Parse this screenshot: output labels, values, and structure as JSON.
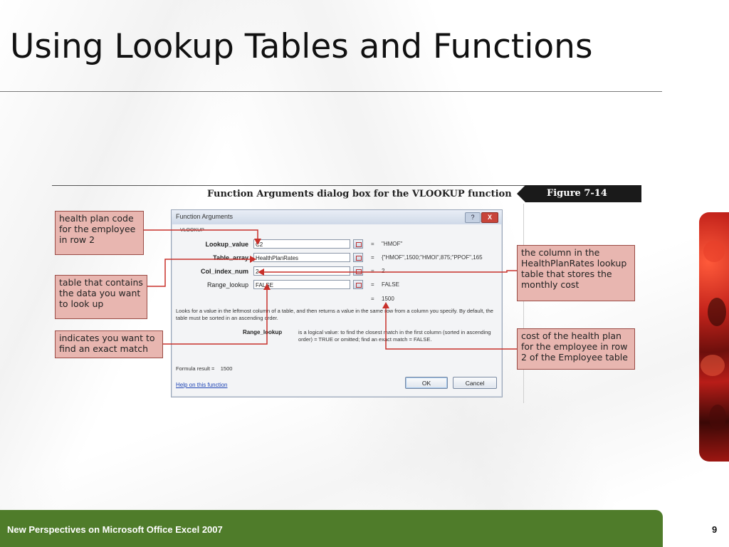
{
  "slide": {
    "title": "Using Lookup Tables and Functions",
    "footer_text": "New Perspectives on Microsoft Office Excel 2007",
    "page_number": "9"
  },
  "figure": {
    "caption": "Function Arguments dialog box for the VLOOKUP function",
    "label": "Figure 7-14"
  },
  "dialog": {
    "title": "Function Arguments",
    "help_button": "?",
    "close_button": "X",
    "function_name": "VLOOKUP",
    "args": [
      {
        "name": "Lookup_value",
        "input": "C2",
        "result": "\"HMOF\""
      },
      {
        "name": "Table_array",
        "input": "HealthPlanRates",
        "result": "{\"HMOF\",1500;\"HMOI\",875;\"PPOF\",165"
      },
      {
        "name": "Col_index_num",
        "input": "2",
        "result": "2"
      },
      {
        "name": "Range_lookup",
        "input": "FALSE",
        "result": "FALSE"
      }
    ],
    "equals": "=",
    "total_result": "1500",
    "description": "Looks for a value in the leftmost column of a table, and then returns a value in the same row from a column you specify. By default, the table must be sorted in an ascending order.",
    "arg_desc_name": "Range_lookup",
    "arg_desc_text": "is a logical value: to find the closest match in the first column (sorted in ascending order) = TRUE or omitted; find an exact match = FALSE.",
    "formula_result_label": "Formula result =",
    "formula_result_value": "1500",
    "help_link": "Help on this function",
    "ok_label": "OK",
    "cancel_label": "Cancel"
  },
  "callouts": {
    "lookup_value": "health plan code for the employee in row 2",
    "table_array": "table that contains the data you want to look up",
    "range_lookup": "indicates you want to find an exact match",
    "col_index": "the column in the HealthPlanRates lookup table that stores the monthly cost",
    "result": "cost of the health plan for the employee in row 2 of the Employee table"
  },
  "colors": {
    "footer": "#4f7c2a",
    "callout_fill": "#e8b6b0",
    "callout_border": "#9a4b45",
    "connector": "#c8302a"
  }
}
